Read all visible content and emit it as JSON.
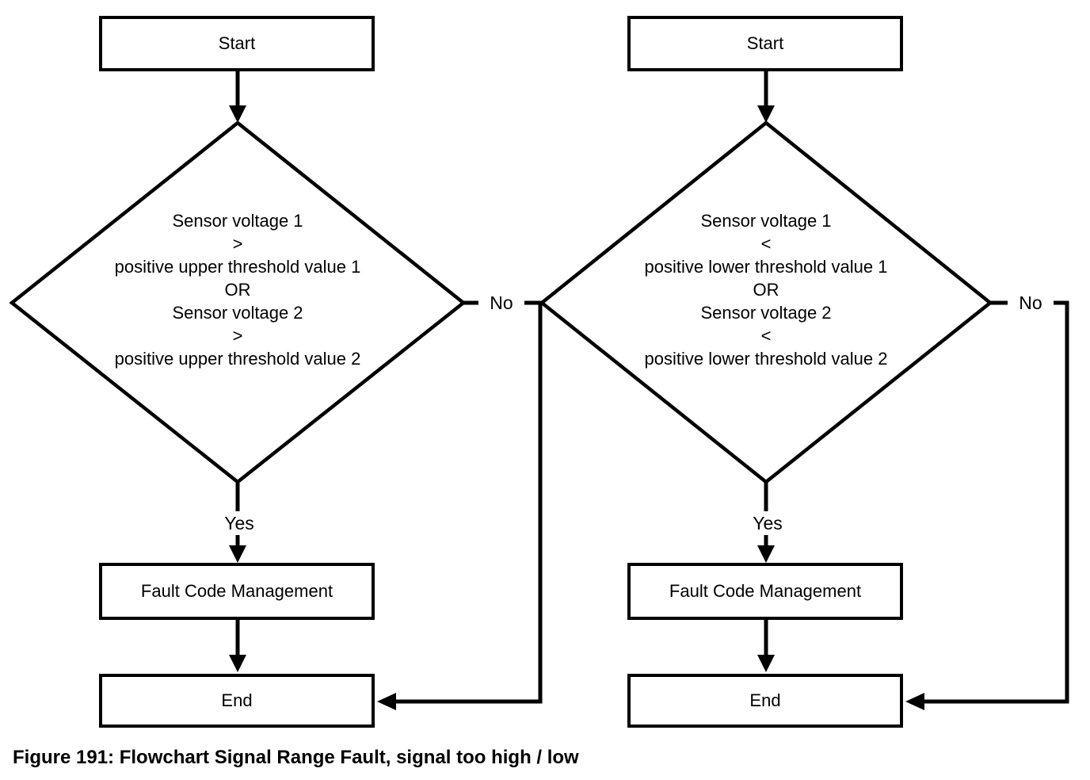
{
  "caption": "Figure 191: Flowchart Signal Range Fault, signal too high / low",
  "colors": {
    "line": "#000000",
    "background": "#ffffff",
    "text": "#000000"
  },
  "flowcharts": [
    {
      "name": "signal-too-high",
      "start_label": "Start",
      "decision": {
        "lines": [
          "Sensor voltage 1",
          ">",
          "positive upper threshold value 1",
          "OR",
          "Sensor voltage 2",
          ">",
          "positive upper threshold value 2"
        ]
      },
      "yes_label": "Yes",
      "no_label": "No",
      "process_label": "Fault Code Management",
      "end_label": "End"
    },
    {
      "name": "signal-too-low",
      "start_label": "Start",
      "decision": {
        "lines": [
          "Sensor voltage 1",
          "<",
          "positive lower threshold value 1",
          "OR",
          "Sensor voltage 2",
          "<",
          "positive lower threshold value 2"
        ]
      },
      "yes_label": "Yes",
      "no_label": "No",
      "process_label": "Fault Code Management",
      "end_label": "End"
    }
  ]
}
